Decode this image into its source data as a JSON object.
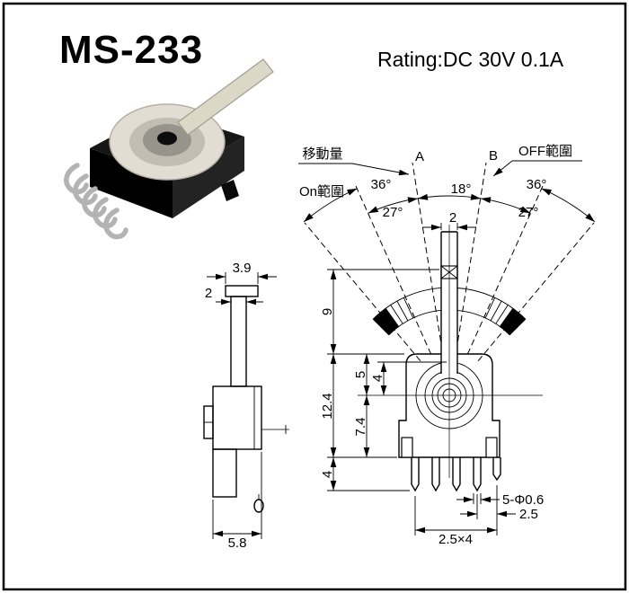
{
  "header": {
    "model": "MS-233",
    "rating": "Rating:DC 30V 0.1A"
  },
  "front_view": {
    "labels": {
      "movement": "移動量",
      "on_range": "On範圍",
      "off_range": "OFF範圍",
      "point_a": "A",
      "point_b": "B"
    },
    "angles": {
      "off_left": "36°",
      "on_left": "27°",
      "center": "18°",
      "on_right": "27°",
      "off_right": "36°"
    },
    "dims": {
      "lever_width": "2",
      "lever_length": "9",
      "body_height": "12.4",
      "upper_5": "5",
      "upper_4": "4",
      "lower_7_4": "7.4",
      "pin_length": "4",
      "pin_dia": "5-Φ0.6",
      "last_pitch": "2.5",
      "pitch_total": "2.5×4"
    }
  },
  "side_view": {
    "dims": {
      "tip_width": "3.9",
      "thickness": "2",
      "depth": "5.8"
    }
  }
}
